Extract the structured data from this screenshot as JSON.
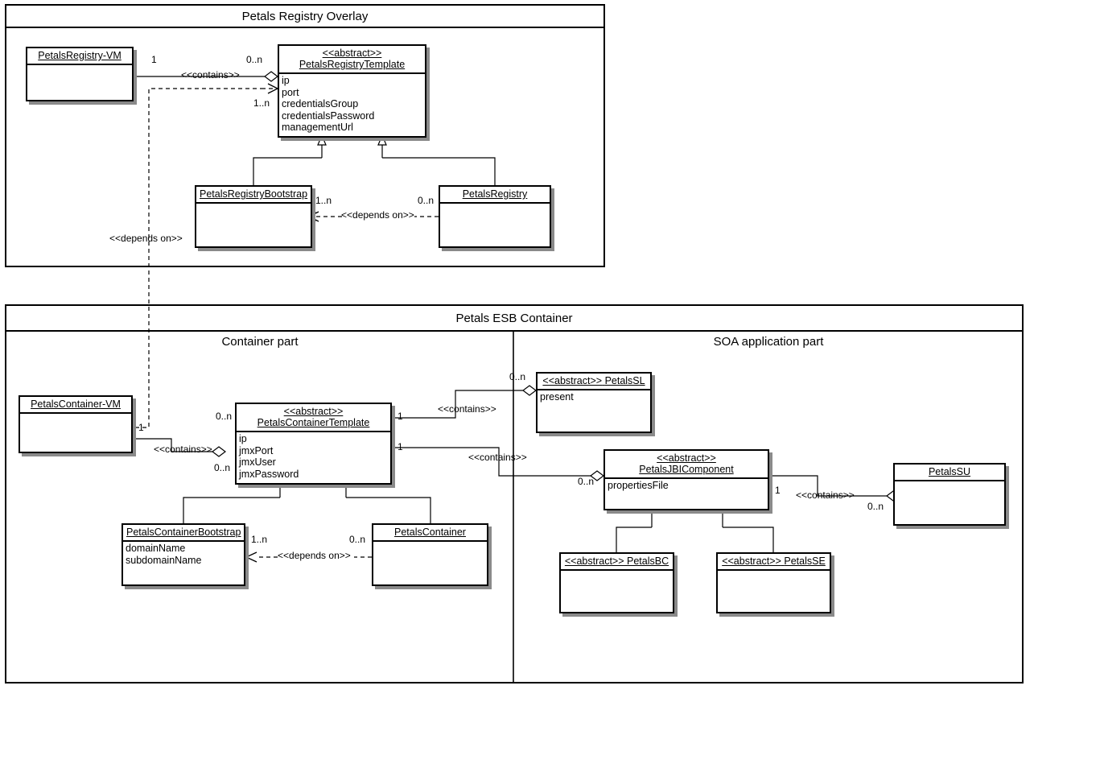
{
  "diagram": {
    "type": "uml-class-diagram",
    "packages": [
      {
        "id": "registry-overlay",
        "title": "Petals Registry Overlay"
      },
      {
        "id": "esb-container",
        "title": "Petals ESB Container",
        "subtitles": [
          "Container part",
          "SOA application part"
        ]
      }
    ]
  },
  "classes": {
    "petals_registry_vm": {
      "stereotype": "",
      "name": "PetalsRegistry-VM",
      "attributes": []
    },
    "petals_registry_template": {
      "stereotype": "<<abstract>>",
      "name": "PetalsRegistryTemplate",
      "attributes": [
        "ip",
        "port",
        "credentialsGroup",
        "credentialsPassword",
        "managementUrl"
      ]
    },
    "petals_registry_bootstrap": {
      "stereotype": "",
      "name": "PetalsRegistryBootstrap",
      "attributes": []
    },
    "petals_registry": {
      "stereotype": "",
      "name": "PetalsRegistry",
      "attributes": []
    },
    "petals_container_vm": {
      "stereotype": "",
      "name": "PetalsContainer-VM",
      "attributes": []
    },
    "petals_container_template": {
      "stereotype": "<<abstract>>",
      "name": "PetalsContainerTemplate",
      "attributes": [
        "ip",
        "jmxPort",
        "jmxUser",
        "jmxPassword"
      ]
    },
    "petals_container_bootstrap": {
      "stereotype": "",
      "name": "PetalsContainerBootstrap",
      "attributes": [
        "domainName",
        "subdomainName"
      ]
    },
    "petals_container": {
      "stereotype": "",
      "name": "PetalsContainer",
      "attributes": []
    },
    "petals_sl": {
      "stereotype": "<<abstract>>",
      "name": "PetalsSL",
      "inline": true,
      "attributes": [
        "present"
      ]
    },
    "petals_jbi_component": {
      "stereotype": "<<abstract>>",
      "name": "PetalsJBIComponent",
      "inline": true,
      "attributes": [
        "propertiesFile"
      ]
    },
    "petals_su": {
      "stereotype": "",
      "name": "PetalsSU",
      "attributes": []
    },
    "petals_bc": {
      "stereotype": "<<abstract>>",
      "name": "PetalsBC",
      "inline": true,
      "attributes": []
    },
    "petals_se": {
      "stereotype": "<<abstract>>",
      "name": "PetalsSE",
      "inline": true,
      "attributes": []
    }
  },
  "relations": {
    "contains_label": "<<contains>>",
    "depends_label": "<<depends on>>",
    "reg_vm_contains_template": {
      "label": "<<contains>>",
      "source_mult": "1",
      "target_mult": "0..n"
    },
    "reg_bootstrap_depends": {
      "label": "<<depends on>>",
      "source_mult": "1..n",
      "target_mult": "0..n"
    },
    "container_vm_depends_reg": {
      "label": "<<depends on>>",
      "source_mult": "1",
      "target_mult": "1..n"
    },
    "cont_vm_contains_template": {
      "label": "<<contains>>",
      "source_mult": "1",
      "target_mult": "0..n"
    },
    "cont_bootstrap_depends": {
      "label": "<<depends on>>",
      "source_mult": "1..n",
      "target_mult": "0..n"
    },
    "template_contains_sl": {
      "label": "<<contains>>",
      "source_mult": "1",
      "target_mult": "0..n"
    },
    "template_contains_jbi": {
      "label": "<<contains>>",
      "source_mult": "1",
      "target_mult": "0..n"
    },
    "jbi_contains_su": {
      "label": "<<contains>>",
      "source_mult": "1",
      "target_mult": "0..n"
    },
    "container_template_mult_top": "0..n"
  },
  "colors": {
    "stroke": "#000000",
    "shadow": "#8a8a8a",
    "background": "#ffffff"
  }
}
